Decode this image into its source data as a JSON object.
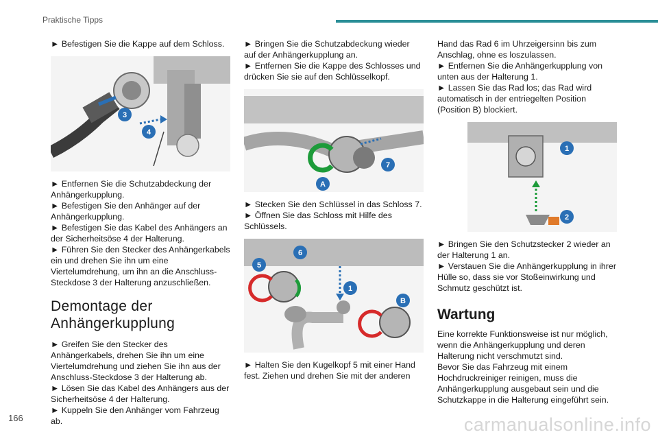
{
  "header": {
    "section": "Praktische Tipps"
  },
  "page_number": "166",
  "watermark": "carmanualsonline.info",
  "col1": {
    "p1": "► Befestigen Sie die Kappe auf dem Schloss.",
    "fig1": {
      "labels": [
        "3",
        "4"
      ]
    },
    "p2_lines": [
      "► Entfernen Sie die Schutzabdeckung der Anhängerkupplung.",
      "► Befestigen Sie den Anhänger auf der Anhängerkupplung.",
      "► Befestigen Sie das Kabel des Anhängers an der Sicherheitsöse 4 der Halterung.",
      "► Führen Sie den Stecker des Anhängerkabels ein und drehen Sie ihn um eine Viertelumdrehung, um ihn an die Anschluss-Steckdose 3 der Halterung anzuschließen."
    ],
    "heading": "Demontage der Anhängerkupplung",
    "p3_lines": [
      "► Greifen Sie den Stecker des Anhängerkabels, drehen Sie ihn um eine Viertelumdrehung und ziehen Sie ihn aus der Anschluss-Steckdose 3 der Halterung ab.",
      "► Lösen Sie das Kabel des Anhängers aus der Sicherheitsöse 4 der Halterung.",
      "► Kuppeln Sie den Anhänger vom Fahrzeug ab."
    ]
  },
  "col2": {
    "p1_lines": [
      "► Bringen Sie die Schutzabdeckung wieder auf der Anhängerkupplung an.",
      "► Entfernen Sie die Kappe des Schlosses und drücken Sie sie auf den Schlüsselkopf."
    ],
    "fig2": {
      "labels": [
        "7",
        "A"
      ]
    },
    "p2_lines": [
      "► Stecken Sie den Schlüssel in das Schloss 7.",
      "► Öffnen Sie das Schloss mit Hilfe des Schlüssels."
    ],
    "fig3": {
      "labels": [
        "5",
        "6",
        "1",
        "B"
      ]
    },
    "p3": "► Halten Sie den Kugelkopf 5 mit einer Hand fest. Ziehen und drehen Sie mit der anderen"
  },
  "col3": {
    "p1_lines": [
      "Hand das Rad 6 im Uhrzeigersinn bis zum Anschlag, ohne es loszulassen.",
      "► Entfernen Sie die Anhängerkupplung von unten aus der Halterung 1.",
      "► Lassen Sie das Rad los; das Rad wird automatisch in der entriegelten Position (Position B) blockiert."
    ],
    "fig4": {
      "labels": [
        "1",
        "2"
      ]
    },
    "p2_lines": [
      "► Bringen Sie den Schutzstecker 2 wieder an der Halterung 1 an.",
      "► Verstauen Sie die Anhängerkupplung in ihrer Hülle so, dass sie vor Stoßeinwirkung und Schmutz geschützt ist."
    ],
    "heading": "Wartung",
    "p3_lines": [
      "Eine korrekte Funktionsweise ist nur möglich, wenn die Anhängerkupplung und deren Halterung nicht verschmutzt sind.",
      "Bevor Sie das Fahrzeug mit einem Hochdruckreiniger reinigen, muss die Anhängerkupplung ausgebaut sein und die Schutzkappe in die Halterung eingeführt sein."
    ]
  },
  "colors": {
    "accent": "#2a8e97",
    "arrow_blue": "#2a6fb5",
    "arrow_green": "#1d9b3a",
    "arrow_red": "#d62a2a"
  }
}
